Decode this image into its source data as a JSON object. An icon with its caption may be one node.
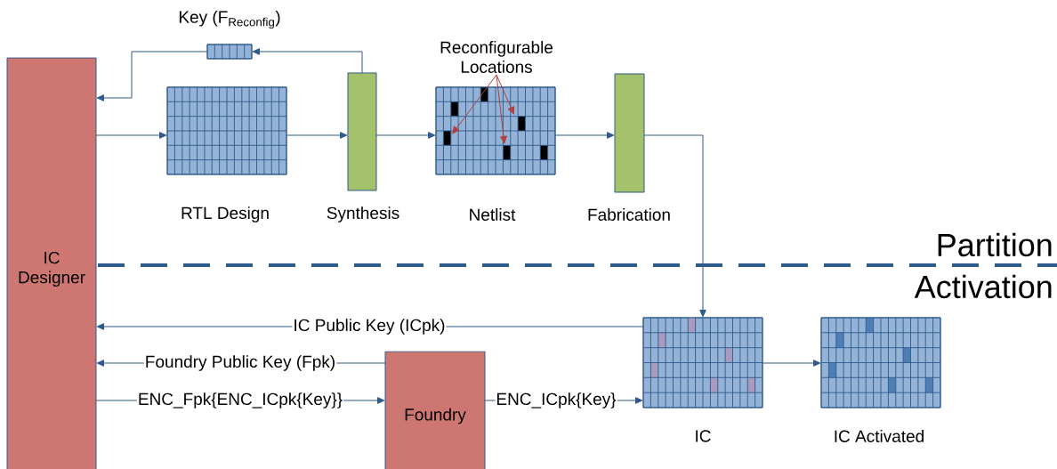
{
  "diagram": {
    "nodes": [
      {
        "text": [
          "IC Designer"
        ]
      },
      {
        "text": [],
        "shape": "box",
        "beside": [
          "Key (F$_{Reconfig}$)"
        ]
      },
      {
        "text": [],
        "shape": "box",
        "beside": [
          "RTL Design"
        ]
      },
      {
        "text": [],
        "shape": "box",
        "beside": [
          "Synthesis"
        ]
      },
      {
        "text": [],
        "shape": "box",
        "beside": [
          "Netlist"
        ]
      },
      {
        "text": [],
        "shape": "box",
        "beside": [
          "Fabrication"
        ]
      },
      {
        "text": [],
        "shape": "box",
        "beside": [
          "IC"
        ]
      },
      {
        "text": [],
        "shape": "box",
        "beside": [
          "IC Activated"
        ]
      },
      {
        "text": [
          "Foundry"
        ]
      },
      {
        "text": [
          "Reconfigurable Locations"
        ]
      }
    ],
    "edges": [
      {
        "from": 3,
        "to": 1,
        "arrow": "to"
      },
      {
        "from": 1,
        "to": 0,
        "arrow": "to"
      },
      {
        "from": 0,
        "to": 2,
        "arrow": "to"
      },
      {
        "from": 2,
        "to": 3,
        "arrow": "to"
      },
      {
        "from": 3,
        "to": 4,
        "arrow": "to"
      },
      {
        "from": 4,
        "to": 5,
        "arrow": "to"
      },
      {
        "from": 5,
        "to": 6,
        "arrow": "to"
      },
      {
        "from": 6,
        "to": 0,
        "arrow": "to",
        "label": "IC Public Key (ICpk)"
      },
      {
        "from": 8,
        "to": 0,
        "arrow": "to",
        "label": "Foundry Public Key (Fpk)"
      },
      {
        "from": 0,
        "to": 8,
        "arrow": "to",
        "label": "ENC_Fpk{ENC_ICpk{Key}}"
      },
      {
        "from": 8,
        "to": 6,
        "arrow": "to",
        "label": "ENC_ICpk{Key}"
      },
      {
        "from": 6,
        "to": 7,
        "arrow": "to"
      },
      {
        "from": 9,
        "to": 4,
        "arrow": "to",
        "color": "#b0403f"
      },
      {
        "from": 9,
        "to": 4,
        "arrow": "to",
        "color": "#b0403f"
      },
      {
        "from": 9,
        "to": 4,
        "arrow": "to",
        "color": "#b0403f"
      }
    ],
    "labels": [
      "Partition",
      "Activation"
    ]
  }
}
